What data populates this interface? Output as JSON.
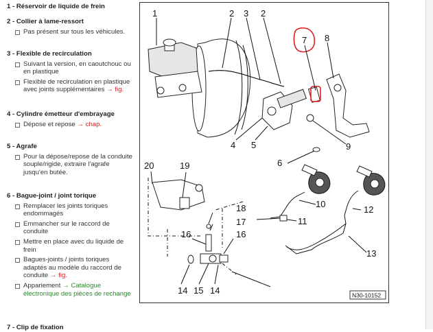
{
  "legend": {
    "items": [
      {
        "title": "1 - Réservoir de liquide de frein",
        "bullets": []
      },
      {
        "title": "2 - Collier à lame-ressort",
        "bullets": [
          {
            "text": "Pas présent sur tous les véhicules.",
            "link": ""
          }
        ]
      },
      {
        "title": "3 - Flexible de recirculation",
        "bullets": [
          {
            "text": "Suivant la version, en caoutchouc ou en plastique",
            "link": ""
          },
          {
            "text": "Flexible de recirculation en plastique avec joints supplémentaires",
            "link": "→ fig."
          }
        ]
      },
      {
        "title": "4 - Cylindre émetteur d'embrayage",
        "bullets": [
          {
            "text": "Dépose et repose",
            "link": "→ chap."
          }
        ]
      },
      {
        "title": "5 - Agrafe",
        "bullets": [
          {
            "text": "Pour la dépose/repose de la conduite souple/rigide, extraire l'agrafe jusqu'en butée.",
            "link": ""
          }
        ]
      },
      {
        "title": "6 - Bague-joint / joint torique",
        "bullets": [
          {
            "text": "Remplacer les joints toriques endommagés",
            "link": ""
          },
          {
            "text": "Emmancher sur le raccord de conduite",
            "link": ""
          },
          {
            "text": "Mettre en place avec du liquide de frein",
            "link": ""
          },
          {
            "text": "Bagues-joints / joints toriques adaptés au modèle du raccord de conduite",
            "link": "→ fig."
          },
          {
            "text": "Appariement",
            "link": "→ Catalogue électronique des pièces de rechange"
          }
        ]
      },
      {
        "title": "7 - Clip de fixation",
        "bullets": []
      }
    ]
  },
  "figure": {
    "labels": {
      "n1": "1",
      "n2a": "2",
      "n3": "3",
      "n2b": "2",
      "n7": "7",
      "n8": "8",
      "n4": "4",
      "n5": "5",
      "n9": "9",
      "n6": "6",
      "n20": "20",
      "n19": "19",
      "n10": "10",
      "n12": "12",
      "n18": "18",
      "n17": "17",
      "n11": "11",
      "n16a": "16",
      "n16b": "16",
      "n13": "13",
      "n14a": "14",
      "n15": "15",
      "n14b": "14"
    },
    "reference": "N30-10152",
    "highlight_color": "#e02020"
  }
}
